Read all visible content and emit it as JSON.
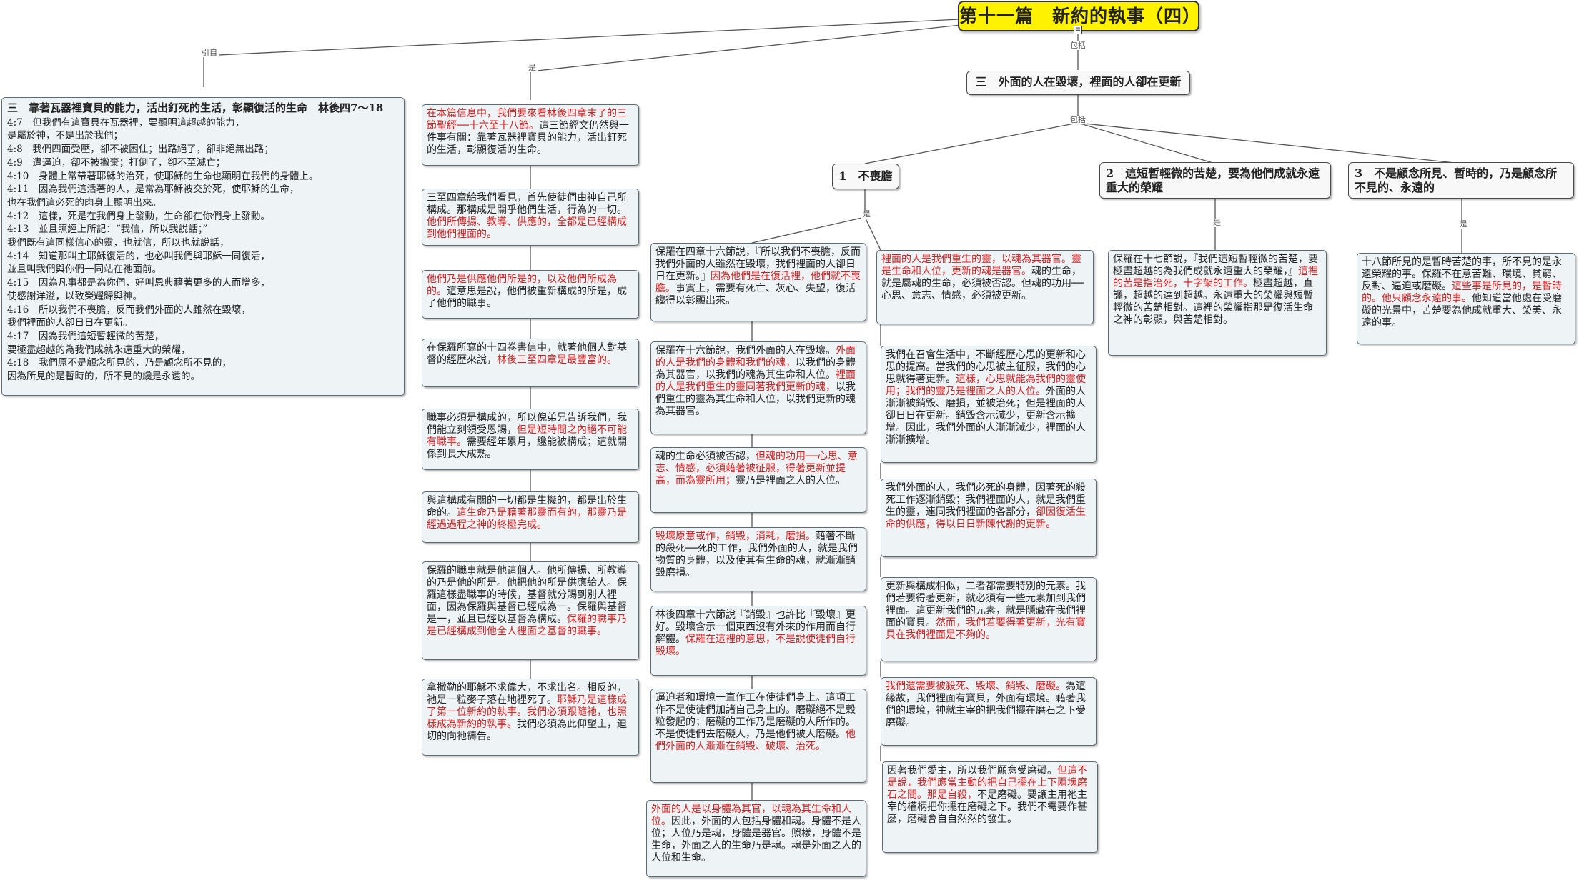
{
  "title": "第十一篇　新約的執事（四）",
  "edge_labels": {
    "yinzi": "引自",
    "shi": "是",
    "baokuo": "包括"
  },
  "expander_glyph": "≡",
  "scripture": {
    "heading": "三　靠著瓦器裡寶貝的能力，活出釘死的生活，彰顯復活的生命　林後四7～18",
    "lines": [
      "4:7　但我們有這寶貝在瓦器裡，要顯明這超越的能力，",
      "是屬於神，不是出於我們；",
      "4:8　我們四面受壓，卻不被困住；出路絕了，卻非絕無出路；",
      "4:9　遭逼迫，卻不被撇棄；打倒了，卻不至滅亡；",
      "4:10　身體上常帶著耶穌的治死，使耶穌的生命也顯明在我們的身體上。",
      "4:11　因為我們這活著的人，是常為耶穌被交於死，使耶穌的生命，",
      "也在我們這必死的肉身上顯明出來。",
      "4:12　這樣，死是在我們身上發動，生命卻在你們身上發動。",
      "4:13　並且照經上所記：“我信，所以我說話；”",
      "我們既有這同樣信心的靈，也就信，所以也就說話，",
      "4:14　知道那叫主耶穌復活的，也必叫我們與耶穌一同復活，",
      "並且叫我們與你們一同站在祂面前。",
      "4:15　因為凡事都是為你們，好叫恩典藉著更多的人而增多，",
      "使感謝洋溢，以致榮耀歸與神。",
      "4:16　所以我們不喪膽，反而我們外面的人雖然在毀壞，",
      "我們裡面的人卻日日在更新。",
      "4:17　因為我們這短暫輕微的苦楚，",
      "要極盡超越的為我們成就永遠重大的榮耀，",
      "4:18　我們原不是顧念所見的，乃是顧念所不見的，",
      "因為所見的是暫時的，所不見的纔是永遠的。"
    ]
  },
  "notes_col_left": [
    {
      "segments": [
        {
          "t": "在本篇信息中，我們要來看林後四章末了的三節聖經──十六至十八節。",
          "r": true
        },
        {
          "t": "這三節經文仍然與一件事有關：靠著瓦器裡寶貝的能力，活出釘死的生活，彰顯復活的生命。",
          "r": false
        }
      ]
    },
    {
      "segments": [
        {
          "t": "三至四章給我們看見，首先使徒們由神自己所構成。那構成是關乎他們生活，行為的一切。",
          "r": false
        },
        {
          "t": "他們所傳揚、教導、供應的，全都是已經構成到他們裡面的。",
          "r": true
        }
      ]
    },
    {
      "segments": [
        {
          "t": "他們乃是供應他們所是的，以及他們所成為的。",
          "r": true
        },
        {
          "t": "這意思是說，他們被重新構成的所是，成了他們的職事。",
          "r": false
        }
      ]
    },
    {
      "segments": [
        {
          "t": "在保羅所寫的十四卷書信中，就著他個人對基督的經歷來說，",
          "r": false
        },
        {
          "t": "林後三至四章是最豐富的。",
          "r": true
        }
      ]
    },
    {
      "segments": [
        {
          "t": "職事必須是構成的，所以倪弟兄告訴我們，我們能立刻領受恩賜，",
          "r": false
        },
        {
          "t": "但是短時間之內絕不可能有職事。",
          "r": true
        },
        {
          "t": "需要經年累月，纔能被構成；這就關係到長大成熟。",
          "r": false
        }
      ]
    },
    {
      "segments": [
        {
          "t": "與這構成有關的一切都是生機的，都是出於生命的。",
          "r": false
        },
        {
          "t": "這生命乃是藉著那靈而有的，那靈乃是經過過程之神的終極完成。",
          "r": true
        }
      ]
    },
    {
      "segments": [
        {
          "t": "保羅的職事就是他這個人。他所傳揚、所教導的乃是他的所是。他把他的所是供應給人。保羅這樣盡職事的時候，基督就分賜到別人裡面，因為保羅與基督已經成為一。保羅與基督是一，並且已經以基督為構成。",
          "r": false
        },
        {
          "t": "保羅的職事乃是已經構成到他全人裡面之基督的職事。",
          "r": true
        }
      ]
    },
    {
      "segments": [
        {
          "t": "拿撒勒的耶穌不求偉大，不求出名。相反的，祂是一粒麥子落在地裡死了。",
          "r": false
        },
        {
          "t": "耶穌乃是這樣成了第一位新約的執事。我們必須跟隨祂，也照樣成為新約的執事。",
          "r": true
        },
        {
          "t": "我們必須為此仰望主，迫切的向祂禱告。",
          "r": false
        }
      ]
    }
  ],
  "section": {
    "heading": "三　外面的人在毀壞，裡面的人卻在更新",
    "branches": [
      {
        "heading": "1　不喪膽"
      },
      {
        "heading": "2　這短暫輕微的苦楚，要為他們成就永遠重大的榮耀"
      },
      {
        "heading": "3　不是顧念所見、暫時的，乃是顧念所不見的、永遠的"
      }
    ]
  },
  "notes_col_a": [
    {
      "segments": [
        {
          "t": "保羅在四章十六節說，『所以我們不喪膽，反而我們外面的人雖然在毀壞，我們裡面的人卻日日在更新。』",
          "r": false
        },
        {
          "t": "因為他們是在復活裡，他們就不喪膽。",
          "r": true
        },
        {
          "t": "事實上，需要有死亡、灰心、失望，復活纔得以彰顯出來。",
          "r": false
        }
      ]
    },
    {
      "segments": [
        {
          "t": "保羅在十六節說，我們外面的人在毀壞。",
          "r": false
        },
        {
          "t": "外面的人是我們的身體和我們的魂，",
          "r": true
        },
        {
          "t": "以我們的身體為其器官，以我們的魂為其生命和人位。",
          "r": false
        },
        {
          "t": "裡面的人是我們重生的靈同著我們更新的魂，",
          "r": true
        },
        {
          "t": "以我們重生的靈為其生命和人位，以我們更新的魂為其器官。",
          "r": false
        }
      ]
    },
    {
      "segments": [
        {
          "t": "魂的生命必須被否認，",
          "r": false
        },
        {
          "t": "但魂的功用──心思、意志、情感，必須藉著被征服，得著更新並提高，而為靈所用；",
          "r": true
        },
        {
          "t": "靈乃是裡面之人的人位。",
          "r": false
        }
      ]
    },
    {
      "segments": [
        {
          "t": "毀壞原意或作，銷毀，消耗，磨損。",
          "r": true
        },
        {
          "t": "藉著不斷的殺死──死的工作，我們外面的人，就是我們物質的身體，以及使其有生命的魂，就漸漸銷毀磨損。",
          "r": false
        }
      ]
    },
    {
      "segments": [
        {
          "t": "林後四章十六節說『銷毀』也許比『毀壞』更好。毀壞含示一個東西沒有外來的作用而自行解體。",
          "r": false
        },
        {
          "t": "保羅在這裡的意思，不是說使徒們自行毀壞。",
          "r": true
        }
      ]
    },
    {
      "segments": [
        {
          "t": "逼迫者和環境一直作工在使徒們身上。這項工作不是使徒們加諸自己身上的。磨礙絕不是穀粒發起的；磨礙的工作乃是磨礙的人所作的。不是使徒們去磨礙人，乃是他們被人磨礙。",
          "r": false
        },
        {
          "t": "他們外面的人漸漸在銷毀、破壞、治死。",
          "r": true
        }
      ]
    },
    {
      "segments": [
        {
          "t": "外面的人是以身體為其官，以魂為其生命和人位。",
          "r": true
        },
        {
          "t": "因此，外面的人包括身體和魂。身體不是人位；人位乃是魂，身體是器官。照樣，身體不是生命，外面之人的生命乃是魂。魂是外面之人的人位和生命。",
          "r": false
        }
      ]
    }
  ],
  "notes_col_b": [
    {
      "segments": [
        {
          "t": "裡面的人是我們重生的靈，以魂為其器官。靈是生命和人位，更新的魂是器官。",
          "r": true
        },
        {
          "t": "魂的生命，就是屬魂的生命，必須被否認。但魂的功用──心思、意志、情感，必須被更新。",
          "r": false
        }
      ]
    },
    {
      "segments": [
        {
          "t": "我們在召會生活中，不斷經歷心思的更新和心思的提高。當我們的心思被主征服，我們的心思就得著更新。",
          "r": false
        },
        {
          "t": "這樣，心思就能為我們的靈使用；我們的靈乃是裡面之人的人位。",
          "r": true
        },
        {
          "t": "外面的人漸漸被銷毀、磨損，並被治死；但是裡面的人卻日日在更新。銷毀含示減少，更新含示擴增。因此，我們外面的人漸漸減少，裡面的人漸漸擴增。",
          "r": false
        }
      ]
    },
    {
      "segments": [
        {
          "t": "我們外面的人，我們必死的身體，因著死的殺死工作逐漸銷毀；我們裡面的人，就是我們重生的靈，連同我們裡面的各部分，",
          "r": false
        },
        {
          "t": "卻因復活生命的供應，得以日日新陳代謝的更新。",
          "r": true
        }
      ]
    },
    {
      "segments": [
        {
          "t": "更新與構成相似，二者都需要特別的元素。我們若要得著更新，就必須有一些元素加到我們裡面。這更新我們的元素，就是隱藏在我們裡面的寶貝。",
          "r": false
        },
        {
          "t": "然而，我們若要得著更新，光有寶貝在我們裡面是不夠的。",
          "r": true
        }
      ]
    },
    {
      "segments": [
        {
          "t": "我們還需要被殺死、毀壞、銷毀、磨礙。",
          "r": true
        },
        {
          "t": "為這緣故，我們裡面有寶貝，外面有環境。藉著我們的環境，神就主宰的把我們擺在磨石之下受磨礙。",
          "r": false
        }
      ]
    },
    {
      "segments": [
        {
          "t": "因著我們愛主，所以我們願意受磨礙。",
          "r": false
        },
        {
          "t": "但這不是說，我們應當主動的把自己擺在上下兩塊磨石之間。那是自殺，",
          "r": true
        },
        {
          "t": "不是磨礙。要讓主用祂主宰的權柄把你擺在磨礙之下。我們不需要作甚麼，磨礙會自自然然的發生。",
          "r": false
        }
      ]
    }
  ],
  "note_branch2": {
    "segments": [
      {
        "t": "保羅在十七節說，『我們這短暫輕微的苦楚，要極盡超越的為我們成就永遠重大的榮耀，』",
        "r": false
      },
      {
        "t": "這裡的苦是指治死，十字架的工作。",
        "r": true
      },
      {
        "t": "極盡超越，直譯，超越的達到超越。永遠重大的榮耀與短暫輕微的苦楚相對。這裡的榮耀指那是復活生命之神的彰顯，與苦楚相對。",
        "r": false
      }
    ]
  },
  "note_branch3": {
    "segments": [
      {
        "t": "十八節所見的是暫時苦楚的事，所不見的是永遠榮耀的事。保羅不在意苦難、環境、貧窮、反對、逼迫或磨礙。",
        "r": false
      },
      {
        "t": "這些事是所見的，是暫時的。他只顧念永遠的事。",
        "r": true
      },
      {
        "t": "他知道當他處在受磨礙的光景中，苦楚要為他成就重大、榮美、永遠的事。",
        "r": false
      }
    ]
  }
}
